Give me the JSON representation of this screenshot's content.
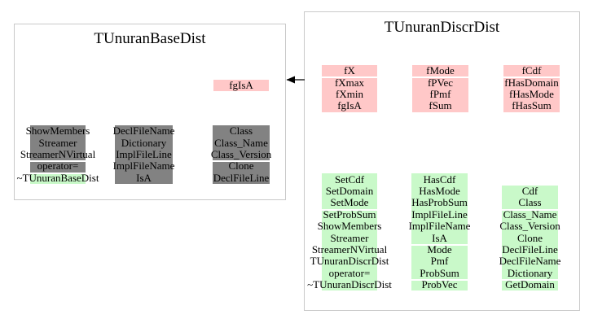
{
  "colors": {
    "pink": "#ffc8c8",
    "green": "#c9f9c9",
    "gray": "#828282",
    "box_border": "#c9c9c9",
    "arrow": "#000000"
  },
  "left_class": {
    "title": "TUnuranBaseDist",
    "member_col": [
      {
        "color": "pink",
        "items": [
          "fgIsA"
        ]
      }
    ],
    "method_col1": [
      {
        "color": "gray",
        "items": [
          "ShowMembers",
          "Streamer",
          "StreamerNVirtual"
        ]
      },
      {
        "color": "gray",
        "items": [
          "operator="
        ]
      },
      {
        "color": "green",
        "items": [
          "~TUnuranBaseDist"
        ]
      }
    ],
    "method_col2": [
      {
        "color": "gray",
        "items": [
          "DeclFileName",
          "Dictionary",
          "ImplFileLine",
          "ImplFileName",
          "IsA"
        ]
      }
    ],
    "method_col3": [
      {
        "color": "gray",
        "items": [
          "Class",
          "Class_Name",
          "Class_Version"
        ]
      },
      {
        "color": "gray",
        "items": [
          "Clone",
          "DeclFileLine"
        ]
      }
    ]
  },
  "right_class": {
    "title": "TUnuranDiscrDist",
    "member_col1": [
      {
        "color": "pink",
        "items": [
          "fX"
        ]
      },
      {
        "color": "pink",
        "items": [
          "fXmax",
          "fXmin",
          "fgIsA"
        ]
      }
    ],
    "member_col2": [
      {
        "color": "pink",
        "items": [
          "fMode"
        ]
      },
      {
        "color": "pink",
        "items": [
          "fPVec",
          "fPmf",
          "fSum"
        ]
      }
    ],
    "member_col3": [
      {
        "color": "pink",
        "items": [
          "fCdf"
        ]
      },
      {
        "color": "pink",
        "items": [
          "fHasDomain",
          "fHasMode",
          "fHasSum"
        ]
      }
    ],
    "method_col1": [
      {
        "color": "green",
        "items": [
          "SetCdf",
          "SetDomain",
          "SetMode"
        ]
      },
      {
        "color": "green",
        "items": [
          "SetProbSum",
          "ShowMembers",
          "Streamer",
          "StreamerNVirtual",
          "TUnuranDiscrDist",
          "operator=",
          "~TUnuranDiscrDist"
        ]
      }
    ],
    "method_col2": [
      {
        "color": "green",
        "items": [
          "HasCdf",
          "HasMode",
          "HasProbSum",
          "ImplFileLine",
          "ImplFileName",
          "IsA"
        ]
      },
      {
        "color": "green",
        "items": [
          "Mode",
          "Pmf",
          "ProbSum"
        ]
      },
      {
        "color": "green",
        "items": [
          "ProbVec"
        ]
      }
    ],
    "method_col3": [
      {
        "color": "green",
        "items": [
          "Cdf",
          "Class"
        ]
      },
      {
        "color": "green",
        "items": [
          "Class_Name",
          "Class_Version",
          "Clone",
          "DeclFileLine",
          "DeclFileName",
          "Dictionary"
        ]
      },
      {
        "color": "green",
        "items": [
          "GetDomain"
        ]
      }
    ]
  }
}
